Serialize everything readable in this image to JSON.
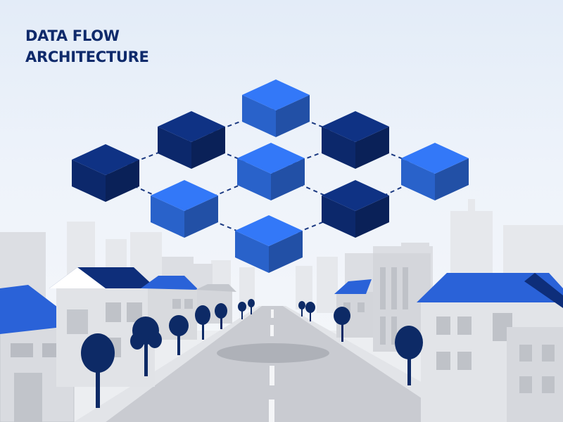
{
  "heading": {
    "line1": "DATA FLOW",
    "line2": "ARCHITECTURE"
  },
  "colors": {
    "title": "#0f2a6b",
    "node_bright": "#2f6fe6",
    "node_dark": "#0e2e7a",
    "connector": "#1c3a82",
    "roof": "#2a62d8",
    "tree": "#0d2a66",
    "building_light": "#d9dbe0",
    "road": "#c9cbd1"
  },
  "diagram": {
    "nodes": [
      {
        "id": "n1",
        "tone": "bright"
      },
      {
        "id": "n2",
        "tone": "dark"
      },
      {
        "id": "n3",
        "tone": "dark"
      },
      {
        "id": "n4",
        "tone": "dark"
      },
      {
        "id": "n5",
        "tone": "bright"
      },
      {
        "id": "n6",
        "tone": "bright"
      },
      {
        "id": "n7",
        "tone": "bright"
      },
      {
        "id": "n8",
        "tone": "dark"
      },
      {
        "id": "n9",
        "tone": "bright"
      }
    ],
    "links": [
      [
        "n2",
        "n1"
      ],
      [
        "n1",
        "n3"
      ],
      [
        "n4",
        "n2"
      ],
      [
        "n2",
        "n5"
      ],
      [
        "n5",
        "n3"
      ],
      [
        "n3",
        "n6"
      ],
      [
        "n4",
        "n7"
      ],
      [
        "n7",
        "n5"
      ],
      [
        "n5",
        "n8"
      ],
      [
        "n8",
        "n6"
      ],
      [
        "n7",
        "n9"
      ],
      [
        "n9",
        "n8"
      ]
    ]
  }
}
